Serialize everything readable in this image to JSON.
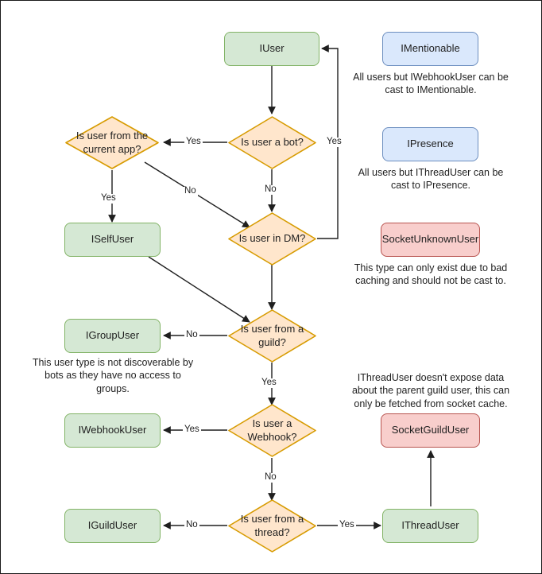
{
  "diagram": {
    "title": "Discord.Net user type resolution flowchart",
    "colors": {
      "green_fill": "#d5e8d4",
      "green_stroke": "#82b366",
      "blue_fill": "#dae8fc",
      "blue_stroke": "#6c8ebf",
      "red_fill": "#f8cecc",
      "red_stroke": "#b85450",
      "orange_fill": "#ffe6cc",
      "orange_stroke": "#d79b00",
      "edge_stroke": "#1f1f1f",
      "border": "#1a1a1a"
    },
    "nodes": {
      "iuser": "IUser",
      "is_user_a_bot": "Is user a bot?",
      "is_user_from_current_app": "Is user from the current app?",
      "iselfuser": "ISelfUser",
      "is_user_in_dm": "Is user in DM?",
      "is_user_from_guild": "Is user from a guild?",
      "igroupuser": "IGroupUser",
      "is_user_a_webhook": "Is user a Webhook?",
      "iwebhookuser": "IWebhookUser",
      "is_user_from_thread": "Is user from a thread?",
      "iguilduser": "IGuildUser",
      "ithreaduser": "IThreadUser",
      "imentionable": "IMentionable",
      "ipresence": "IPresence",
      "socketunknownuser": "SocketUnknownUser",
      "socketguilduser": "SocketGuildUser"
    },
    "notes": {
      "imentionable": "All users but IWebhookUser can be cast to IMentionable.",
      "ipresence": "All users but IThreadUser can be cast to IPresence.",
      "socketunknownuser": "This type can only exist due to bad caching and should not be cast to.",
      "igroupuser": "This user type is not discoverable by bots as they have no access to groups.",
      "socketguilduser": "IThreadUser doesn't expose data about the parent guild user, this can only be fetched from socket cache."
    },
    "edge_labels": {
      "bot_yes": "Yes",
      "bot_no": "No",
      "dm_yes": "Yes",
      "currentapp_yes": "Yes",
      "currentapp_no": "No",
      "guild_no": "No",
      "guild_yes": "Yes",
      "webhook_yes": "Yes",
      "webhook_no": "No",
      "thread_no": "No",
      "thread_yes": "Yes"
    }
  }
}
